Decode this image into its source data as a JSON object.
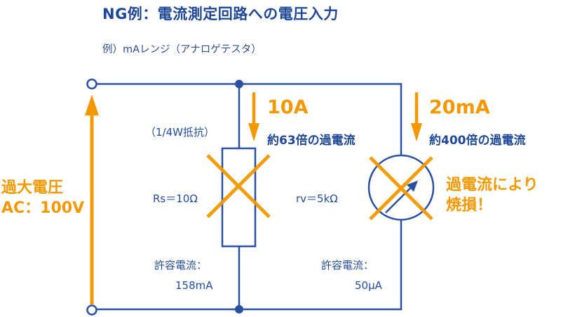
{
  "title": "NG例：電流測定回路への電圧入力",
  "subtitle": "例）mAレンジ（アナロゲテスタ）",
  "colors": {
    "wire": "#2a4f9f",
    "accent": "#f39800",
    "text_blue": "#234d9c"
  },
  "source": {
    "label_line1": "過大電圧",
    "label_line2": "AC：100V"
  },
  "resistor": {
    "note": "（1/4W抵抗）",
    "value": "Rs＝10Ω",
    "allowable_label": "許容電流：",
    "allowable_value": "158mA",
    "current": "10A",
    "overcurrent": "約63倍の過電流"
  },
  "meter": {
    "value": "rv＝5kΩ",
    "allowable_label": "許容電流：",
    "allowable_value": "50µA",
    "current": "20mA",
    "overcurrent": "約400倍の過電流",
    "warning_line1": "過電流により",
    "warning_line2": "焼損！"
  },
  "icons": {
    "terminal": "open-circle-terminal",
    "junction": "filled-dot-junction",
    "broken": "x-mark",
    "meter": "analog-meter-circle-with-arrow"
  }
}
